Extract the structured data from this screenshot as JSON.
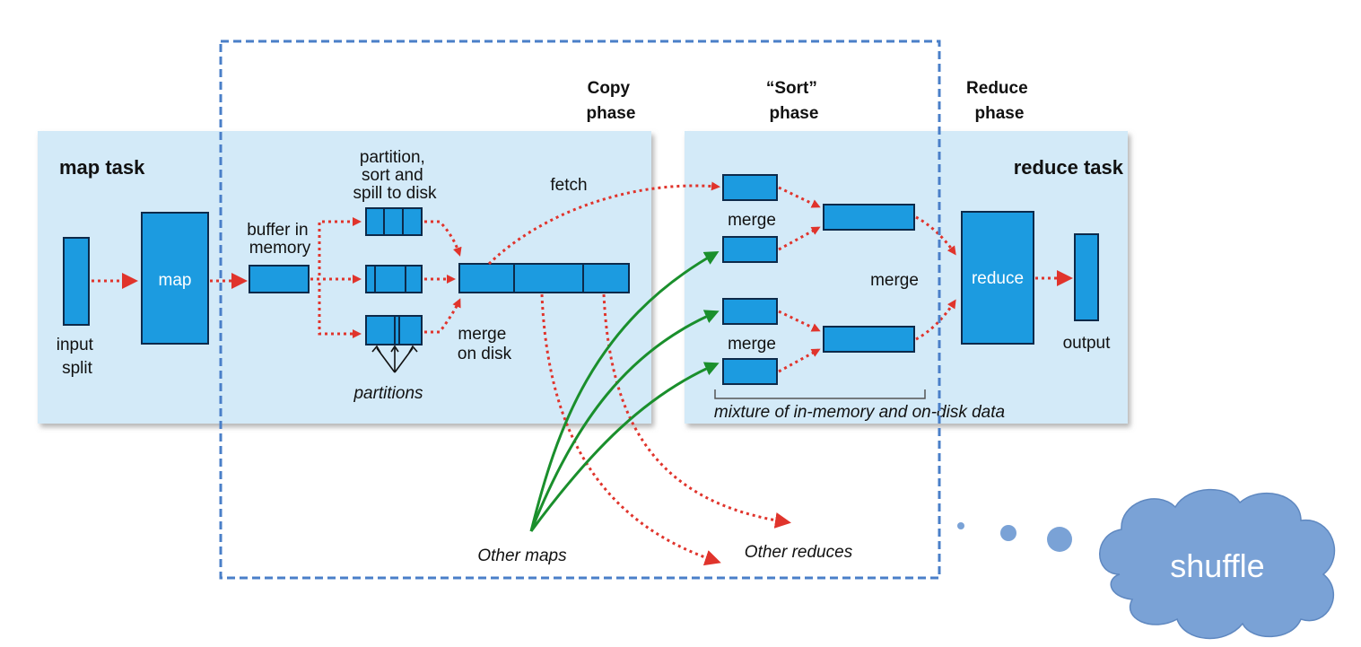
{
  "phases": {
    "copy": [
      "Copy",
      "phase"
    ],
    "sort": [
      "“Sort”",
      "phase"
    ],
    "reduce": [
      "Reduce",
      "phase"
    ]
  },
  "map_task": {
    "title": "map task",
    "input_split": [
      "input",
      "split"
    ],
    "map": "map",
    "buffer": [
      "buffer in",
      "memory"
    ],
    "partition_sort_spill": [
      "partition,",
      "sort and",
      "spill to disk"
    ],
    "partitions": "partitions",
    "merge_on_disk": [
      "merge",
      "on disk"
    ],
    "fetch": "fetch"
  },
  "reduce_task": {
    "title": "reduce task",
    "merge_top": "merge",
    "merge_mid": "merge",
    "merge_bottom": "merge",
    "reduce": "reduce",
    "output": "output",
    "mixture": "mixture of in-memory and on-disk data"
  },
  "other_maps": "Other maps",
  "other_reduces": "Other reduces",
  "cloud_label": "shuffle",
  "colors": {
    "panel": "#d3eaf8",
    "box": "#1c9be0",
    "box_border": "#0d2a4a",
    "red_arrow": "#e0342c",
    "green_arrow": "#1a8f2c",
    "dashed_border": "#4a7fc8",
    "cloud": "#7aa2d6"
  }
}
